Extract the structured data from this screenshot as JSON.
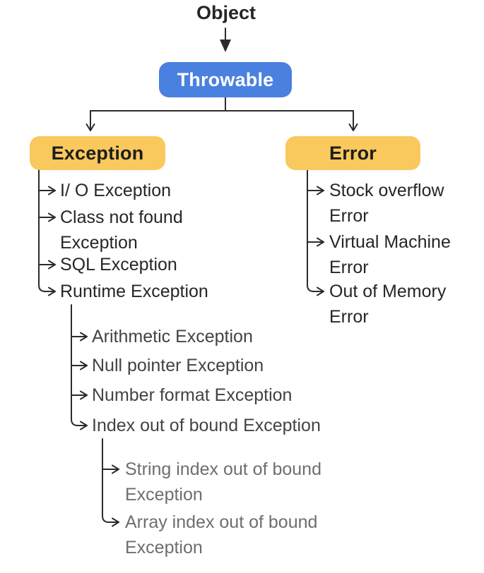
{
  "diagram": {
    "root": "Object",
    "throwable": {
      "label": "Throwable"
    },
    "branches": {
      "exception": {
        "label": "Exception",
        "items": [
          "I/ O Exception",
          "Class not found Exception",
          "SQL Exception",
          "Runtime Exception"
        ],
        "runtime_sub": [
          "Arithmetic Exception",
          "Null pointer Exception",
          "Number format Exception",
          "Index out of bound Exception"
        ],
        "index_sub": [
          "String index out of bound Exception",
          "Array index out of bound Exception"
        ]
      },
      "error": {
        "label": "Error",
        "items": [
          "Stock overflow Error",
          "Virtual Machine Error",
          "Out of Memory Error"
        ]
      }
    },
    "colors": {
      "throwable_fill": "#4a80e0",
      "category_fill": "#f9c95d",
      "line": "#2b2b2b",
      "text_primary": "#262626",
      "text_secondary": "#434343",
      "text_tertiary": "#6e6e6e"
    }
  }
}
